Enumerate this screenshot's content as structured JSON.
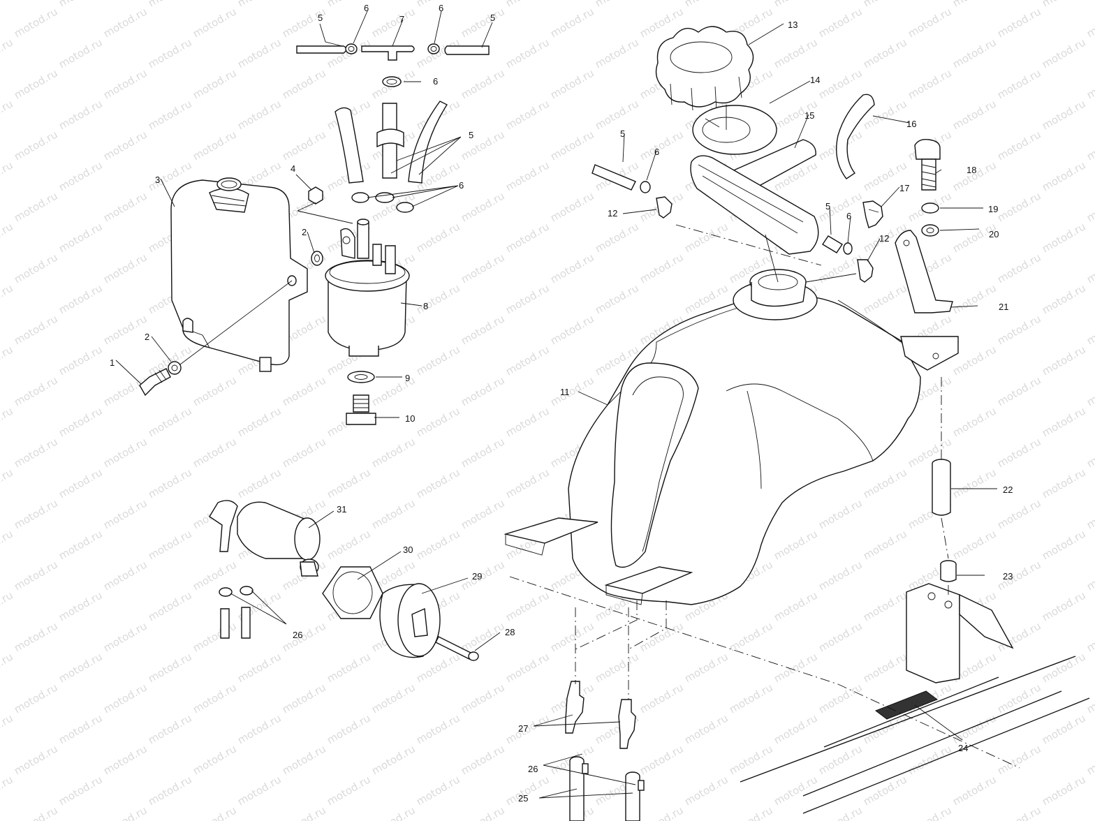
{
  "watermark": {
    "text": "motod.ru"
  },
  "callouts": {
    "c1": "1",
    "c2a": "2",
    "c2b": "2",
    "c3": "3",
    "c4": "4",
    "c5a": "5",
    "c5b": "5",
    "c5c": "5",
    "c5d": "5",
    "c5e": "5",
    "c6a": "6",
    "c6b": "6",
    "c6c": "6",
    "c6d": "6",
    "c6e": "6",
    "c6f": "6",
    "c7": "7",
    "c8": "8",
    "c9": "9",
    "c10": "10",
    "c11": "11",
    "c12a": "12",
    "c12b": "12",
    "c13": "13",
    "c14": "14",
    "c15": "15",
    "c16": "16",
    "c17": "17",
    "c18": "18",
    "c19": "19",
    "c20": "20",
    "c21": "21",
    "c22": "22",
    "c23": "23",
    "c24": "24",
    "c25": "25",
    "c26a": "26",
    "c26b": "26",
    "c27": "27",
    "c28": "28",
    "c29": "29",
    "c30": "30",
    "c31": "31"
  }
}
